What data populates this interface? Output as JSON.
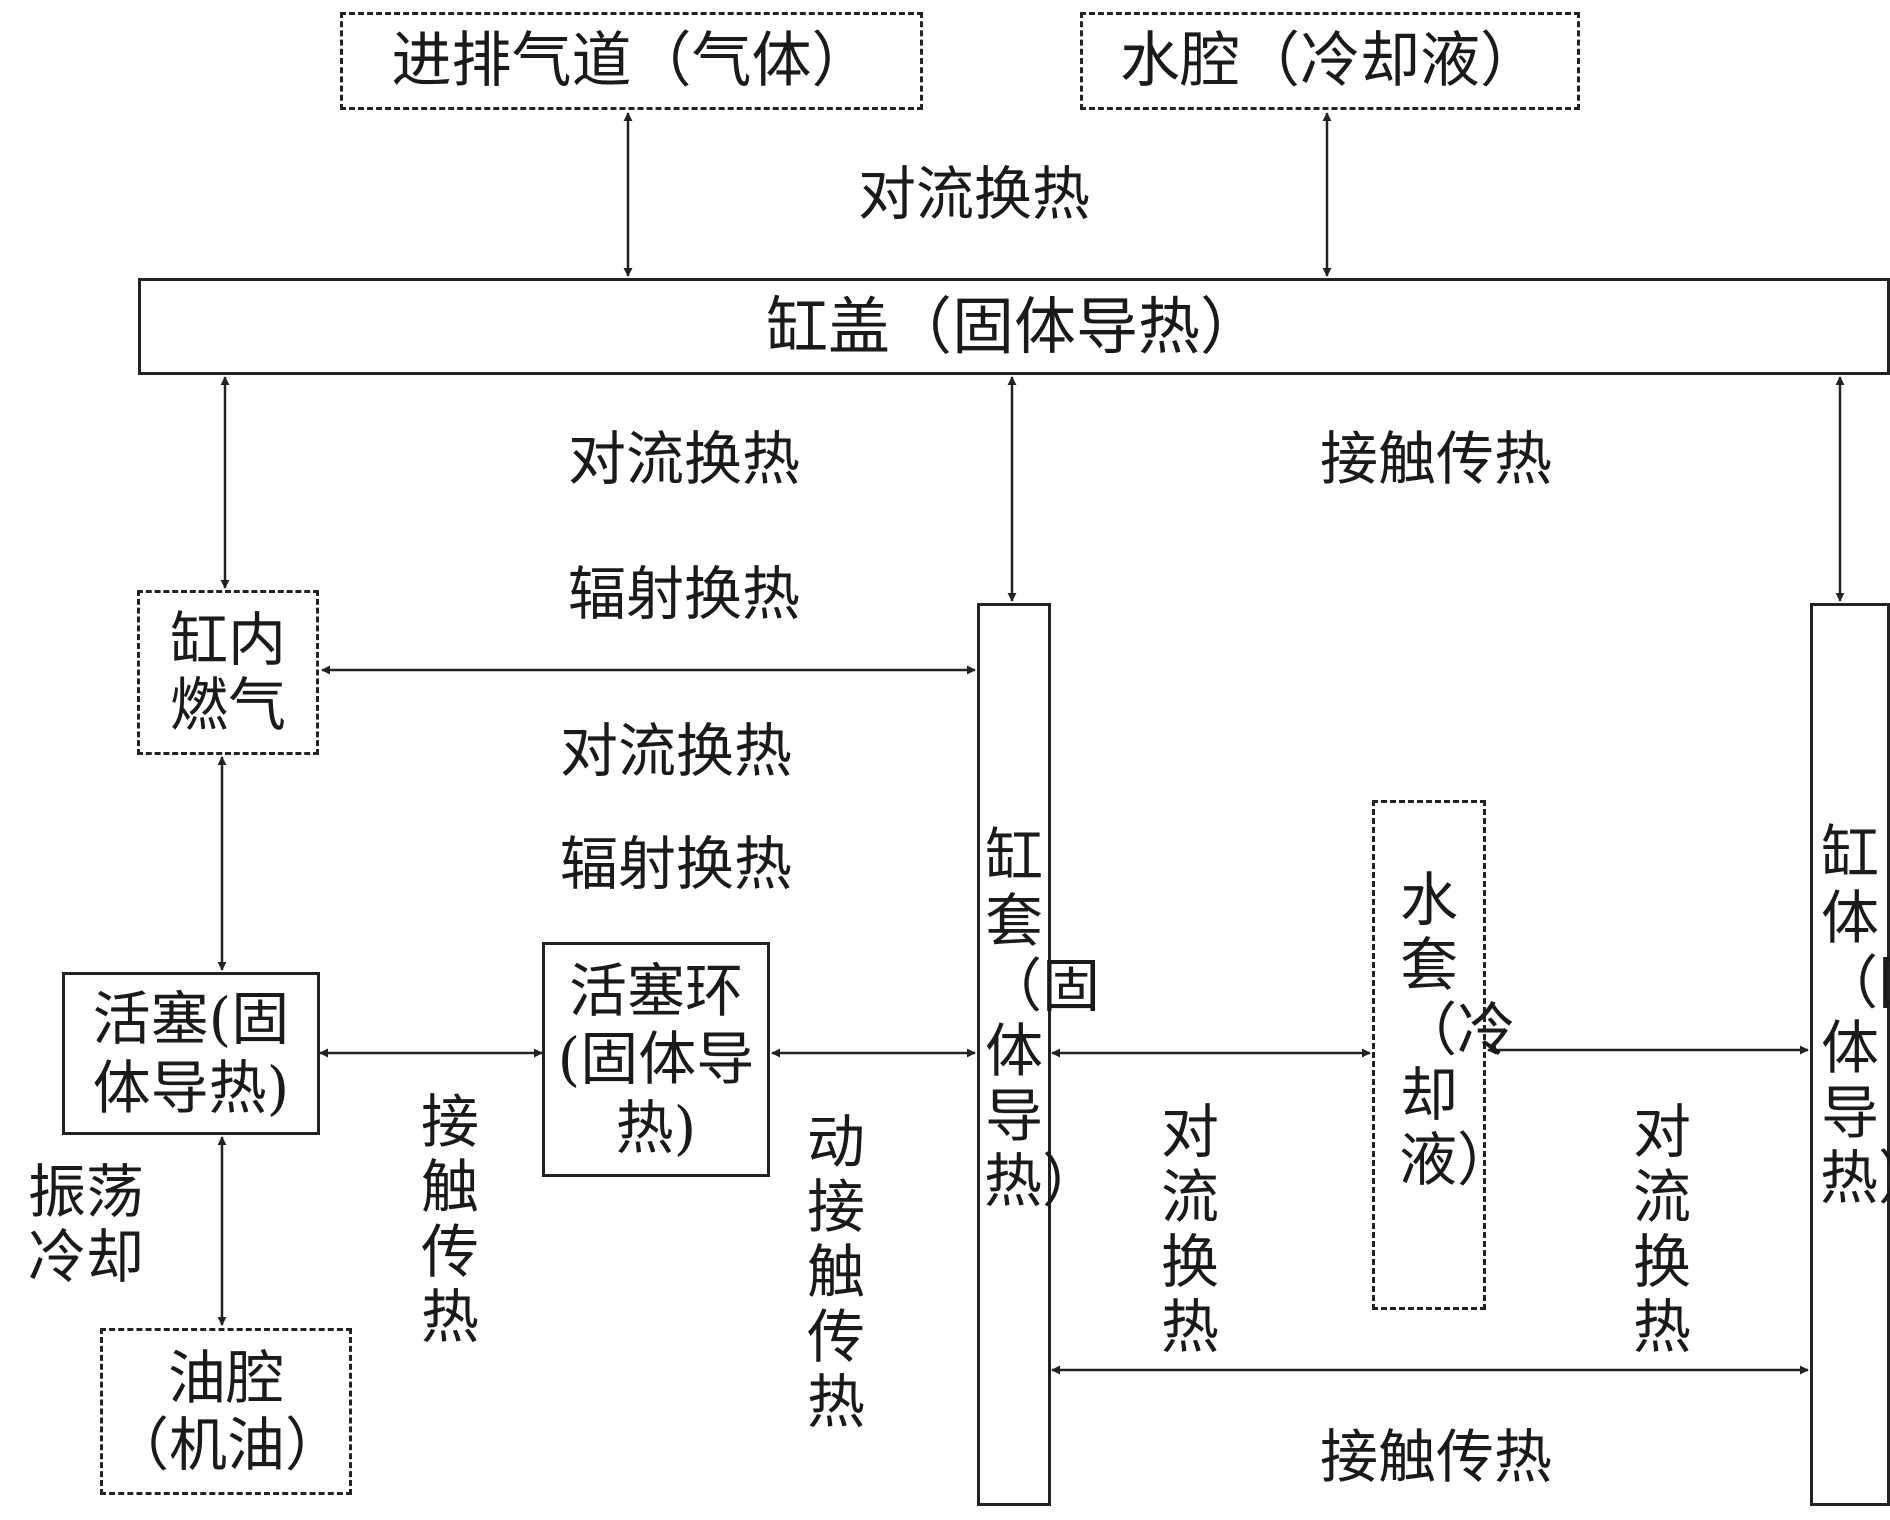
{
  "nodes": {
    "intake_exhaust": "进排气道（气体）",
    "water_cavity": "水腔（冷却液）",
    "cylinder_head": "缸盖（固体导热）",
    "combustion_gas": "缸内燃气",
    "piston": "活塞(固体导热)",
    "piston_ring": "活塞环(固体导热)",
    "oil_cavity": "油腔（机油）",
    "cylinder_liner": "缸套（固体导热）",
    "water_jacket": "水套（冷却液）",
    "cylinder_block": "缸体（固体导热）"
  },
  "labels": {
    "convection_top": "对流换热",
    "convection_gas_head": "对流换热",
    "radiation_gas_head": "辐射换热",
    "contact_head": "接触传热",
    "convection_gas_liner": "对流换热",
    "radiation_gas_liner": "辐射换热",
    "oscillation_cooling": "振荡冷却",
    "contact_piston_ring": "接触传热",
    "dynamic_contact": "动接触传热",
    "convection_liner_jacket": "对流换热",
    "convection_jacket_block": "对流换热",
    "contact_liner_block": "接触传热"
  }
}
